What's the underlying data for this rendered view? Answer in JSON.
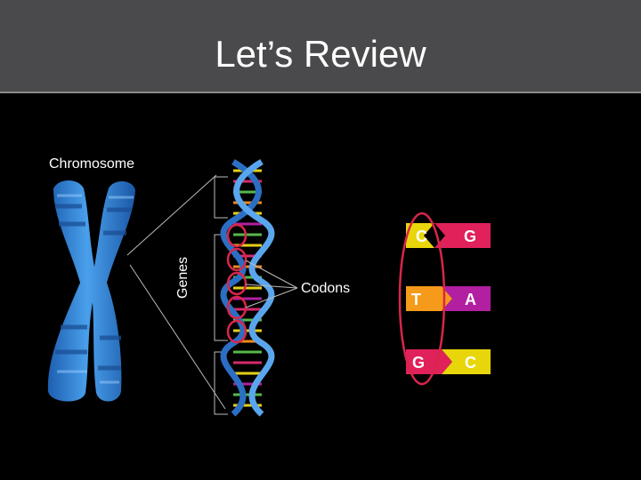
{
  "slide": {
    "title": "Let’s Review"
  },
  "labels": {
    "chromosome": "Chromosome",
    "genes": "Genes",
    "codons": "Codons"
  },
  "codon_table": [
    {
      "left": "C",
      "right": "G",
      "left_color": "#e8d60a",
      "right_color": "#e0215a"
    },
    {
      "left": "T",
      "right": "A",
      "left_color": "#f59a1a",
      "right_color": "#b21fa0"
    },
    {
      "left": "G",
      "right": "C",
      "left_color": "#e0215a",
      "right_color": "#e8d60a"
    }
  ],
  "colors": {
    "header": "#4a4a4c",
    "chromosome": "#2f86d8",
    "dna_strand": "#2b6fc4",
    "highlight_ring": "#d8264a"
  }
}
